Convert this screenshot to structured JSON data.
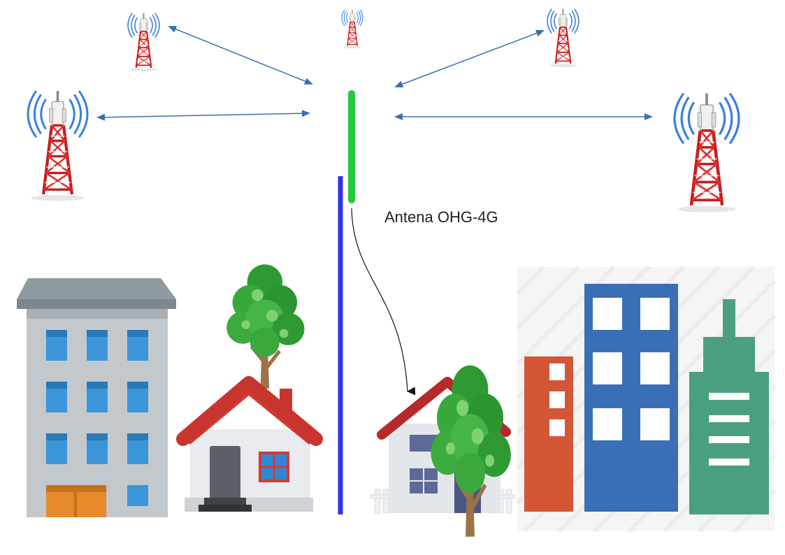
{
  "antenna": {
    "label": "Antena OHG-4G"
  },
  "colors": {
    "antenna": "#22c93e",
    "mast": "#2f33e8",
    "link_arrow": "#3a6fb5",
    "signal_arrow": "#111111",
    "tower_red": "#d22222",
    "tower_white": "#f4f4f4",
    "signal_wave": "#3a7fe0"
  },
  "towers": [
    {
      "name": "tower-small-top-left"
    },
    {
      "name": "tower-small-top-center"
    },
    {
      "name": "tower-small-top-right"
    },
    {
      "name": "tower-large-left"
    },
    {
      "name": "tower-large-right"
    }
  ],
  "icons": [
    "cell-tower-icon",
    "apartment-building-icon",
    "tree-icon",
    "house-icon",
    "city-buildings-icon"
  ]
}
